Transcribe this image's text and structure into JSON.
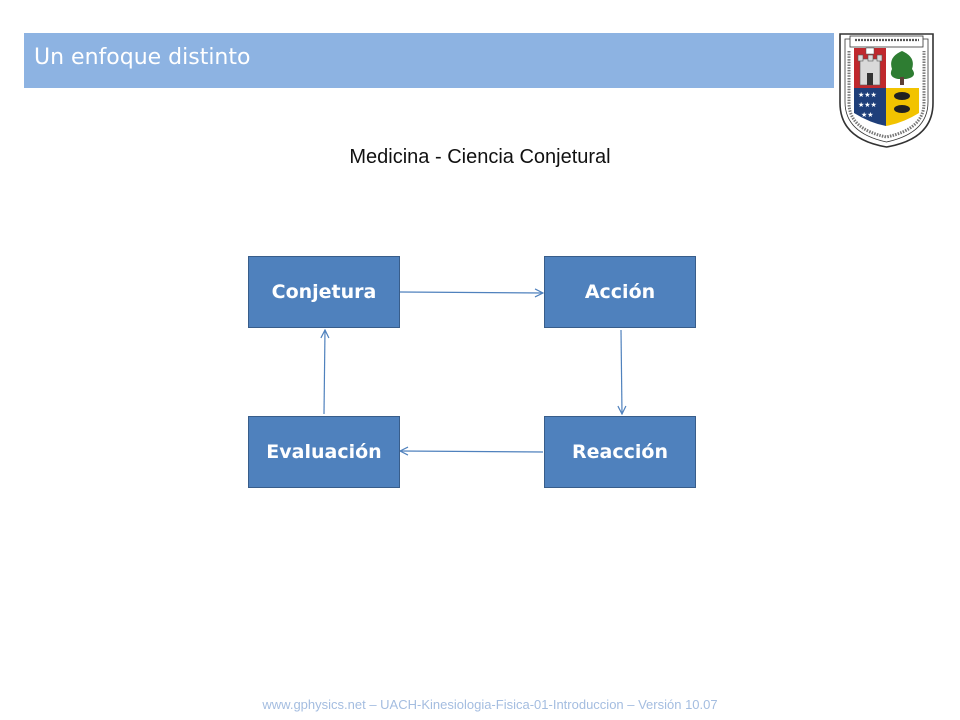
{
  "header": {
    "title": "Un enfoque distinto",
    "logo": {
      "motto": "LIBERTAS CAPITUR",
      "name": "UNIVERSIDAD AUSTRAL DE CHILE"
    }
  },
  "diagram": {
    "title": "Medicina - Ciencia Conjetural",
    "nodes": {
      "conjetura": "Conjetura",
      "accion": "Acción",
      "reaccion": "Reacción",
      "evaluacion": "Evaluación"
    },
    "edges": [
      [
        "conjetura",
        "accion"
      ],
      [
        "accion",
        "reaccion"
      ],
      [
        "reaccion",
        "evaluacion"
      ],
      [
        "evaluacion",
        "conjetura"
      ]
    ]
  },
  "footer": {
    "text": "www.gphysics.net – UACH-Kinesiologia-Fisica-01-Introduccion – Versión 10.07"
  },
  "colors": {
    "title_bar": "#8db3e2",
    "node_fill": "#4f81bd",
    "node_border": "#385d8a",
    "arrow": "#4f81bd",
    "footer_text": "#a4bde0"
  }
}
